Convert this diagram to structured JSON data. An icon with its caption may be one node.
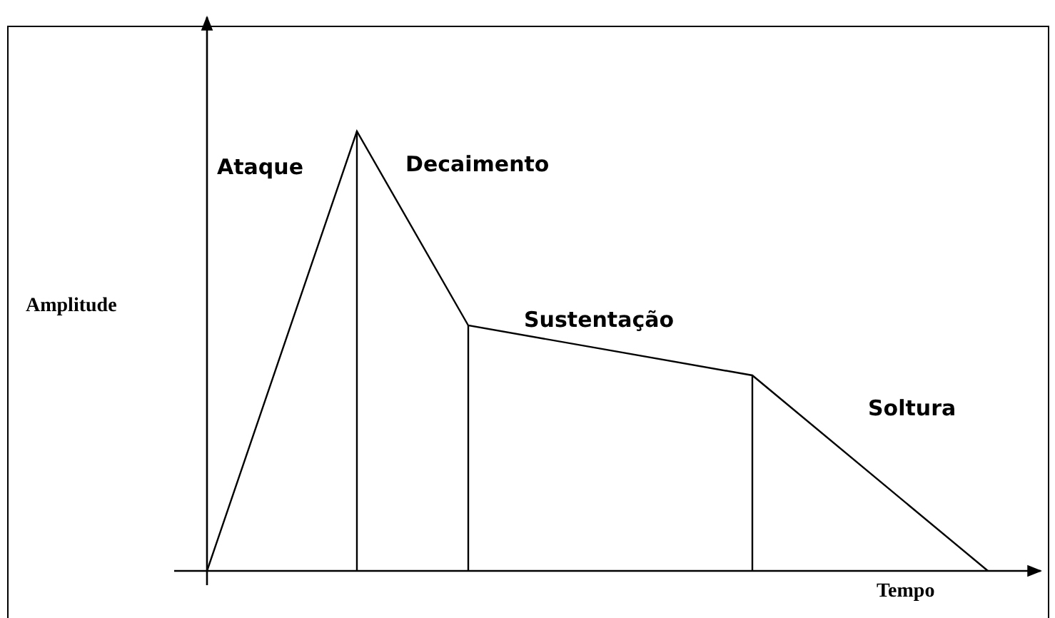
{
  "diagram": {
    "labels": [
      "Ataque",
      "Decaimento",
      "Amplitude",
      "Sustentação",
      "Soltura",
      "Tempo"
    ]
  }
}
